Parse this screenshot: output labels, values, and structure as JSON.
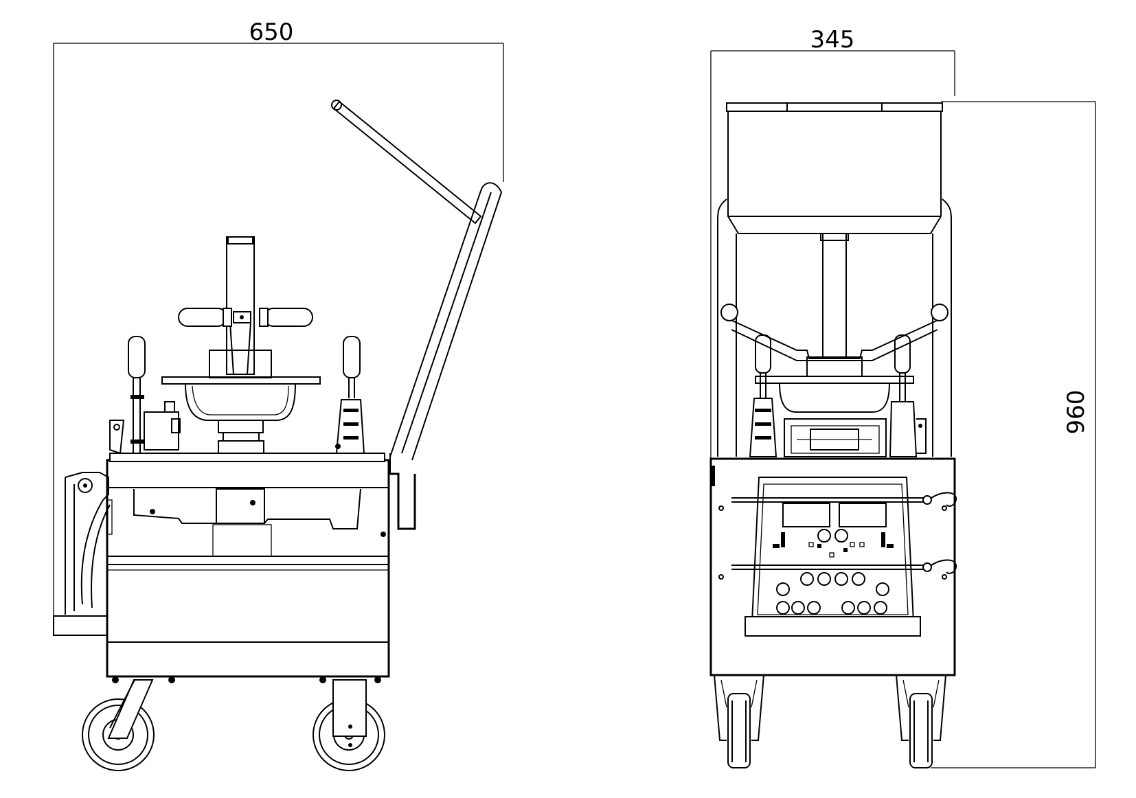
{
  "dimensions": {
    "side_width": "650",
    "front_width": "345",
    "height": "960"
  },
  "colors": {
    "line": "#000000",
    "background": "#ffffff"
  }
}
